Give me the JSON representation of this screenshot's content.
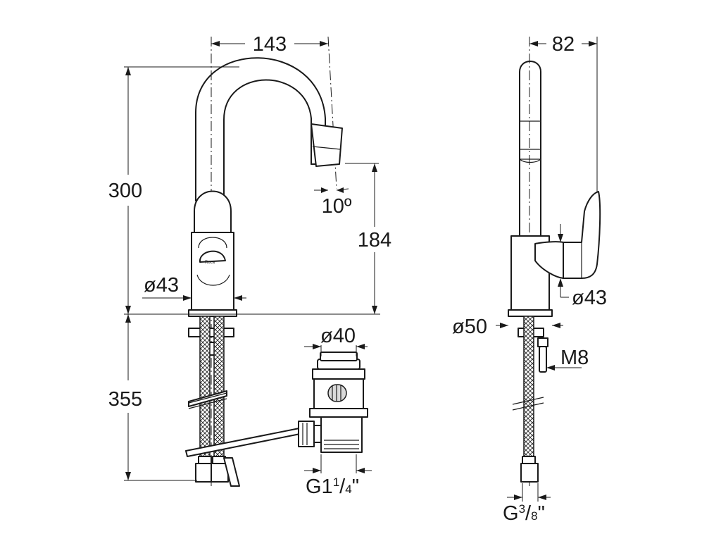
{
  "diagram": {
    "brand_mark": "Roca",
    "front_view": {
      "dim_spout_reach": "143",
      "dim_total_height": "300",
      "dim_spout_angle": "10º",
      "dim_spout_height": "184",
      "dim_base_diameter": "ø43",
      "dim_below_deck": "355",
      "waste_dim_diameter": "ø40",
      "waste_thread": {
        "main": "G1",
        "num": "1",
        "slash": "/",
        "den": "4",
        "unit": "\""
      }
    },
    "side_view": {
      "dim_depth": "82",
      "dim_handle_diameter": "ø43",
      "dim_flange_diameter": "ø50",
      "dim_rod_thread": "M8",
      "hose_thread": {
        "main": "G",
        "num": "3",
        "slash": "/",
        "den": "8",
        "unit": "\""
      }
    }
  }
}
